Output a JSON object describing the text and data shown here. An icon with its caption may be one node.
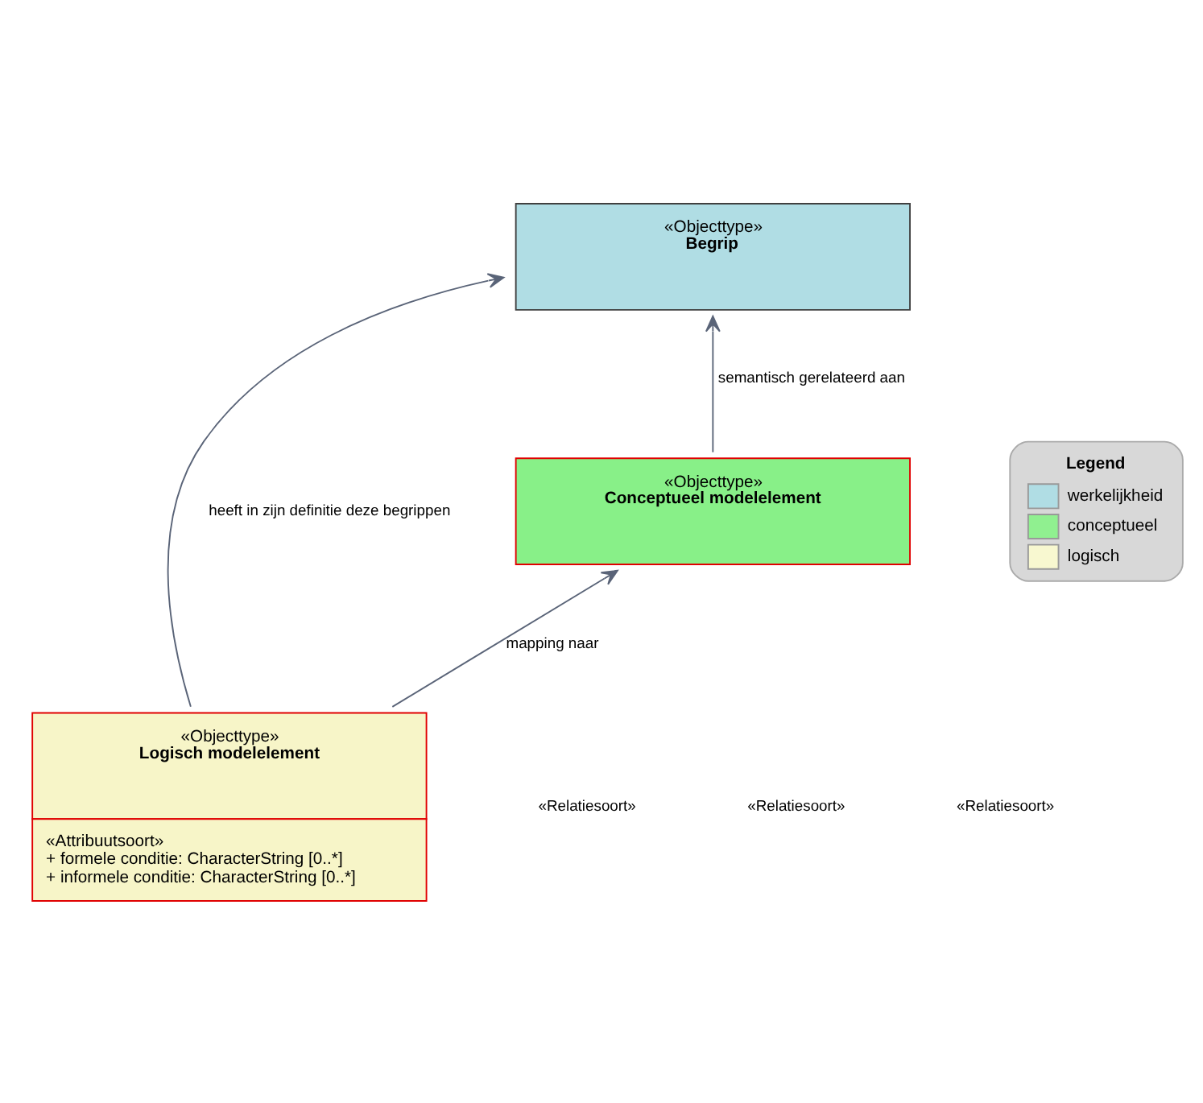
{
  "diagram": {
    "nodes": [
      {
        "text": [
          "«Objecttype»",
          "Begrip"
        ]
      },
      {
        "text": [
          "«Objecttype»",
          "Conceptueel modelelement"
        ]
      },
      {
        "text": [
          "«Objecttype»",
          "Logisch modelelement",
          "«Attribuutsoort»",
          "+ formele conditie: CharacterString [0..*]",
          "+ informele conditie: CharacterString [0..*]"
        ]
      }
    ],
    "edges": [
      {
        "from": 1,
        "to": 0,
        "arrow": "to",
        "label": "semantisch gerelateerd aan"
      },
      {
        "from": 2,
        "to": 1,
        "arrow": "to",
        "label": "mapping naar"
      },
      {
        "from": 2,
        "to": 0,
        "arrow": "to",
        "label": "heeft in zijn definitie deze begrippen"
      }
    ],
    "labels": [
      "Legend",
      "«Relatiesoort»",
      "«Relatiesoort»",
      "«Relatiesoort»"
    ],
    "legend": [
      {
        "text": "werkelijkheid",
        "color": "#b0dde4"
      },
      {
        "text": "conceptueel",
        "color": "#90f090"
      },
      {
        "text": "logisch",
        "color": "#f8f8d0"
      }
    ]
  }
}
